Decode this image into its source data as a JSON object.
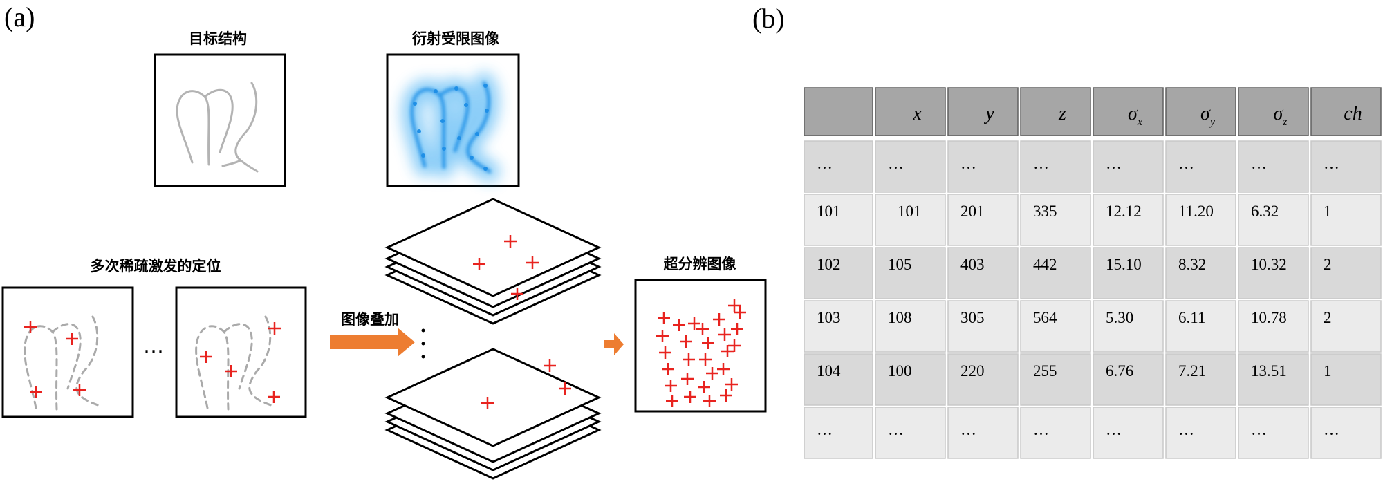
{
  "panel_a": {
    "label": "(a)",
    "titles": {
      "target_structure": "目标结构",
      "diffraction_limited": "衍射受限图像",
      "multi_sparse": "多次稀疏激发的定位",
      "overlay": "图像叠加",
      "super_resolution": "超分辨图像"
    },
    "ellipsis": "…"
  },
  "panel_b": {
    "label": "(b)",
    "table": {
      "headers": [
        {
          "main": "",
          "sub": ""
        },
        {
          "main": "x",
          "sub": ""
        },
        {
          "main": "y",
          "sub": ""
        },
        {
          "main": "z",
          "sub": ""
        },
        {
          "main": "σ",
          "sub": "x"
        },
        {
          "main": "σ",
          "sub": "y"
        },
        {
          "main": "σ",
          "sub": "z"
        },
        {
          "main": "ch",
          "sub": ""
        }
      ],
      "rows": [
        [
          "…",
          "…",
          "…",
          "…",
          "…",
          "…",
          "…",
          "…"
        ],
        [
          "101",
          "101",
          "201",
          "335",
          "12.12",
          "11.20",
          "6.32",
          "1"
        ],
        [
          "102",
          "105",
          "403",
          "442",
          "15.10",
          "8.32",
          "10.32",
          "2"
        ],
        [
          "103",
          "108",
          "305",
          "564",
          "5.30",
          "6.11",
          "10.78",
          "2"
        ],
        [
          "104",
          "100",
          "220",
          "255",
          "6.76",
          "7.21",
          "13.51",
          "1"
        ],
        [
          "…",
          "…",
          "…",
          "…",
          "…",
          "…",
          "…",
          "…"
        ]
      ]
    }
  },
  "colors": {
    "arrow": "#ed7d31",
    "marker": "#e8231f",
    "blur": "#29a3f0",
    "header_fill": "#a6a6a6",
    "row_dark": "#d9d9d9",
    "row_light": "#ebebeb"
  }
}
